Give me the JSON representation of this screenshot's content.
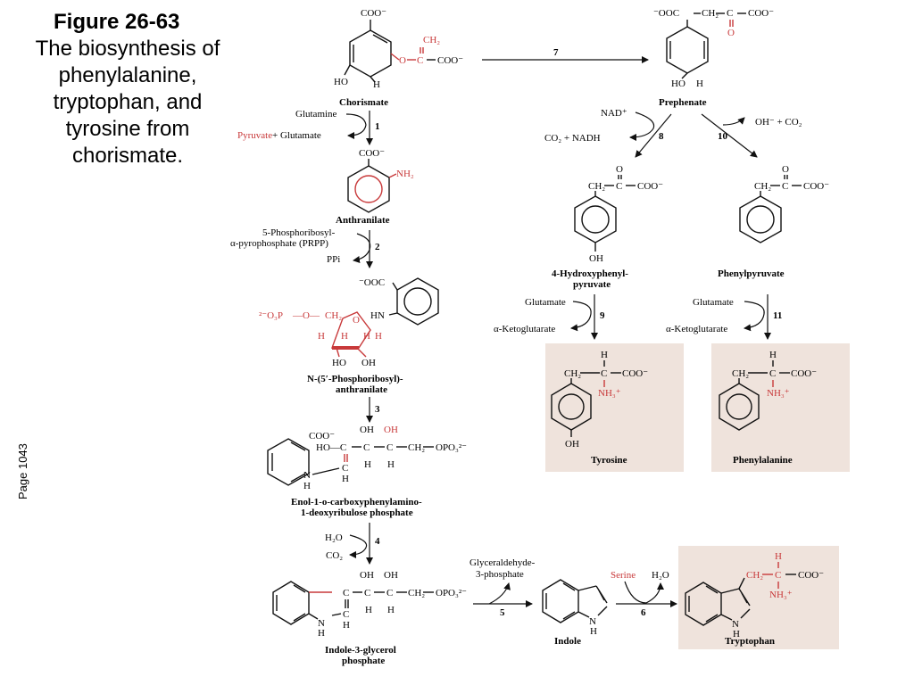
{
  "caption": {
    "figure": "Figure 26-63",
    "text": "The biosynthesis of phenylalanine, tryptophan, and tyrosine from chorismate."
  },
  "page_label": "Page 1043",
  "colors": {
    "accent_red": "#c8393a",
    "product_box": "#efe3dc"
  },
  "compounds": {
    "chorismate": "Chorismate",
    "prephenate": "Prephenate",
    "anthranilate": "Anthranilate",
    "prpp_anthranilate": [
      "N-(5′-Phosphoribosyl)-",
      "anthranilate"
    ],
    "enol": [
      "Enol-1-o-carboxyphenylamino-",
      "1-deoxyribulose phosphate"
    ],
    "indole_glycerol": [
      "Indole-3-glycerol",
      "phosphate"
    ],
    "indole": "Indole",
    "tryptophan": "Tryptophan",
    "hydroxyphenylpyruvate": [
      "4-Hydroxyphenyl-",
      "pyruvate"
    ],
    "phenylpyruvate": "Phenylpyruvate",
    "tyrosine": "Tyrosine",
    "phenylalanine": "Phenylalanine"
  },
  "steps": [
    "1",
    "2",
    "3",
    "4",
    "5",
    "6",
    "7",
    "8",
    "9",
    "10",
    "11"
  ],
  "reagents": {
    "glutamine": "Glutamine",
    "pyruvate": "Pyruvate",
    "plus_glutamate": "+ Glutamate",
    "prpp": [
      "5-Phosphoribosyl-",
      "α-pyrophosphate (PRPP)"
    ],
    "ppi": "PPi",
    "h2o": "H₂O",
    "co2": "CO₂",
    "g3p": [
      "Glyceraldehyde-",
      "3-phosphate"
    ],
    "serine": "Serine",
    "nad": "NAD⁺",
    "co2_nadh": "CO₂ + NADH",
    "oh_co2": "OH⁻ + CO₂",
    "glutamate": "Glutamate",
    "ketoglutarate": "α-Ketoglutarate"
  },
  "groups": {
    "coo": "COO⁻",
    "ooc": "⁻OOC",
    "nh2": "NH₂",
    "nh3": "NH₃⁺",
    "ch2": "CH₂",
    "oh": "OH",
    "h": "H",
    "ho": "HO",
    "o": "O",
    "c": "C",
    "hn": "HN",
    "nh": "NH",
    "n": "N",
    "opo3": "OPO₃²⁻",
    "o3p": "²⁻O₃P",
    "ho_c": "HO—C",
    "c_ch": "C—CH",
    "dash_o": "—O—"
  }
}
